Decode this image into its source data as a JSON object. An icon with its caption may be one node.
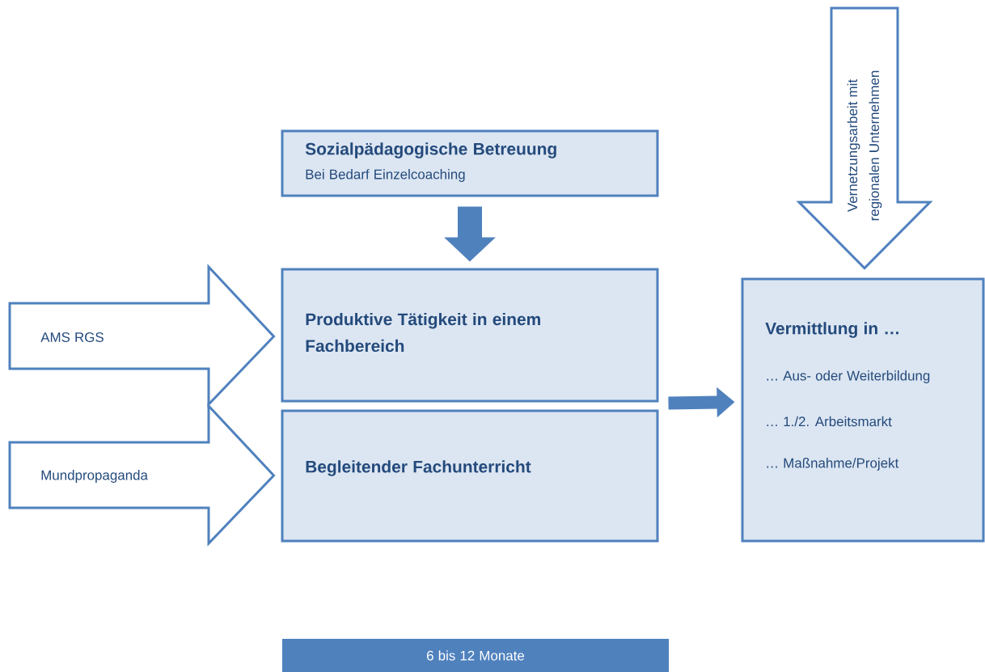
{
  "diagram": {
    "nodes": [
      {
        "text": [
          "Sozialpädagogische Betreuung",
          "Bei Bedarf Einzelcoaching"
        ]
      },
      {
        "text": [
          "Produktive Tätigkeit in einem Fachbereich"
        ]
      },
      {
        "text": [
          "Begleitender Fachunterricht"
        ]
      },
      {
        "text": [
          "Vermittlung in …",
          "… Aus- oder Weiterbildung",
          "… 1./2. Arbeitsmarkt",
          "… Maßnahme/Projekt"
        ]
      },
      {
        "text": [
          "6 bis 12 Monate"
        ]
      }
    ],
    "edges": [
      {
        "from": 0,
        "to": 1,
        "arrow": "to",
        "style": "thick"
      },
      {
        "from": 1,
        "to": 3,
        "arrow": "to"
      },
      {
        "from": null,
        "to": 1,
        "arrow": "to",
        "label": "AMS RGS"
      },
      {
        "from": null,
        "to": 2,
        "arrow": "to",
        "label": "Mundpropaganda"
      },
      {
        "from": null,
        "to": 3,
        "arrow": "to",
        "label": "Vernetzungsarbeit mit regionalen Unternehmen"
      }
    ]
  }
}
